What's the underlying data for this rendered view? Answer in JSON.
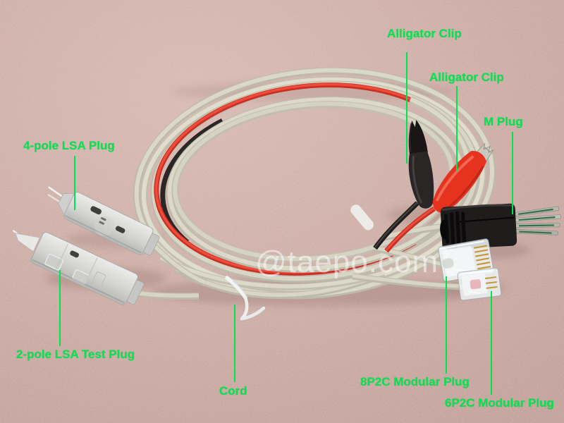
{
  "watermark": "@taepo.com",
  "labels": [
    {
      "id": "alligator-clip-top",
      "text": "Alligator Clip"
    },
    {
      "id": "alligator-clip-mid",
      "text": "Alligator Clip"
    },
    {
      "id": "m-plug",
      "text": "M Plug"
    },
    {
      "id": "lsa-4-pole",
      "text": "4-pole LSA Plug"
    },
    {
      "id": "lsa-2-pole-test",
      "text": "2-pole LSA Test Plug"
    },
    {
      "id": "cord",
      "text": "Cord"
    },
    {
      "id": "modular-8p2c",
      "text": "8P2C Modular Plug"
    },
    {
      "id": "modular-6p2c",
      "text": "6P2C Modular Plug"
    }
  ],
  "colors": {
    "label_green": "#00e44e",
    "watermark_white": "#ffffff",
    "carpet_pink": "#cbaaa3",
    "cable_beige": "#d8d5c5",
    "wire_red": "#e03a2d",
    "wire_black": "#2b2726"
  },
  "photo_objects": [
    "carpet-background",
    "cable-coil",
    "twist-tie",
    "black-alligator-clip",
    "red-alligator-clip",
    "m-plug-connector",
    "8p2c-modular-plug",
    "6p2c-modular-plug",
    "4-pole-lsa-plug",
    "2-pole-lsa-test-plug"
  ]
}
